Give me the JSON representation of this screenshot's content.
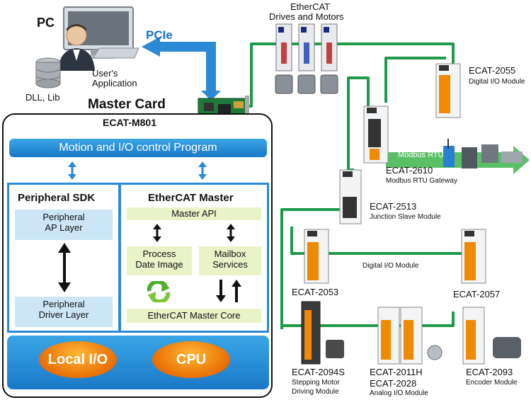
{
  "pc": {
    "title": "PC",
    "dll_label": "DLL, Lib",
    "user_app_line1": "User's",
    "user_app_line2": "Application",
    "pcie_label": "PCIe"
  },
  "master_card": {
    "title": "Master Card",
    "model": "ECAT-M801",
    "program_bar": "Motion and I/O control Program",
    "peripheral_sdk": {
      "title": "Peripheral SDK",
      "ap_layer_line1": "Peripheral",
      "ap_layer_line2": "AP Layer",
      "driver_layer_line1": "Peripheral",
      "driver_layer_line2": "Driver Layer"
    },
    "ethercat_master": {
      "title": "EtherCAT Master",
      "master_api": "Master API",
      "process_line1": "Process",
      "process_line2": "Date Image",
      "mailbox_line1": "Mailbox",
      "mailbox_line2": "Services",
      "core": "EtherCAT Master Core"
    },
    "local_io": "Local I/O",
    "cpu": "CPU"
  },
  "network": {
    "drives_line1": "EtherCAT",
    "drives_line2": "Drives and Motors",
    "modbus_rtu": "Modbus RTU",
    "colors": {
      "link": "#1e9a4a",
      "accent": "#2a8ad6",
      "oval": "#f08a00"
    }
  },
  "devices": [
    {
      "name": "ECAT-2055",
      "desc": "Digital I/O Module"
    },
    {
      "name": "ECAT-2610",
      "desc": "Modbus RTU Gateway"
    },
    {
      "name": "ECAT-2513",
      "desc": "Junction Slave Module"
    },
    {
      "name": "ECAT-2053",
      "desc": ""
    },
    {
      "name": "ECAT-2057",
      "desc": ""
    },
    {
      "name": "",
      "desc": "Digital I/O Module"
    },
    {
      "name": "ECAT-2094S",
      "desc": "Stepping Motor",
      "desc2": "Driving Module"
    },
    {
      "name": "ECAT-2011H",
      "name2": "ECAT-2028",
      "desc": "Analog I/O Module"
    },
    {
      "name": "ECAT-2093",
      "desc": "Encoder Module"
    }
  ]
}
